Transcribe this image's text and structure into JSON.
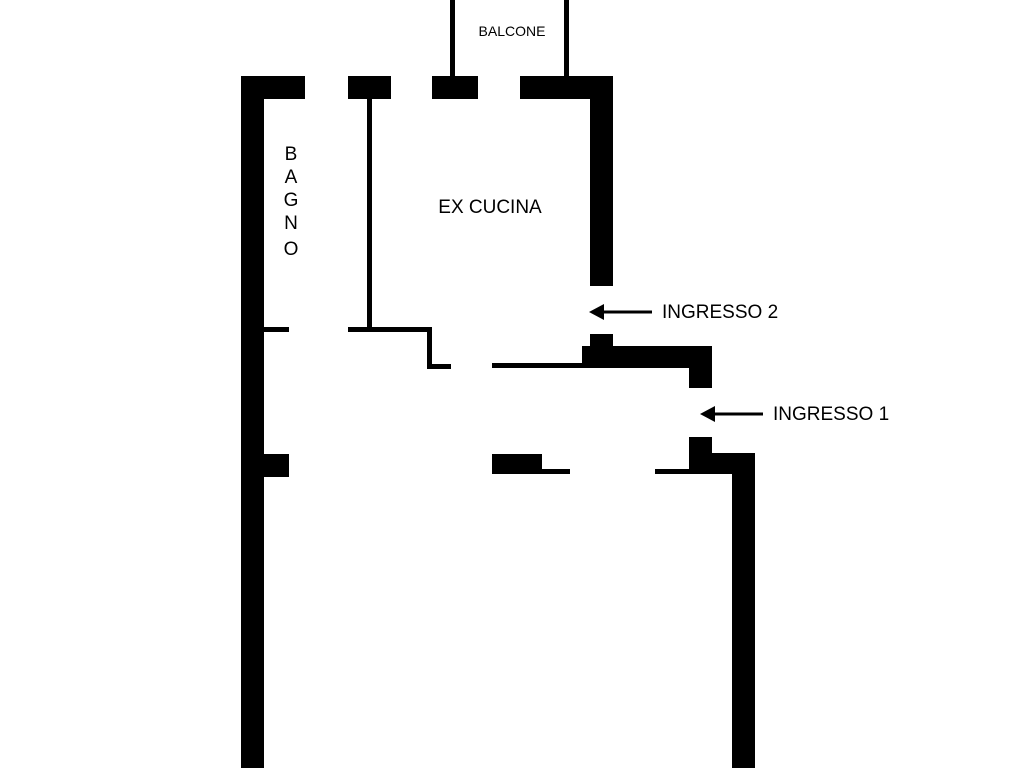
{
  "floor_plan": {
    "rooms": {
      "balcony": "BALCONE",
      "kitchen": "EX CUCINA",
      "bathroom": [
        "B",
        "A",
        "G",
        "N",
        "O"
      ]
    },
    "entrances": {
      "entrance_2": "INGRESSO 2",
      "entrance_1": "INGRESSO 1"
    },
    "colors": {
      "wall": "#000000",
      "background": "#ffffff"
    }
  }
}
